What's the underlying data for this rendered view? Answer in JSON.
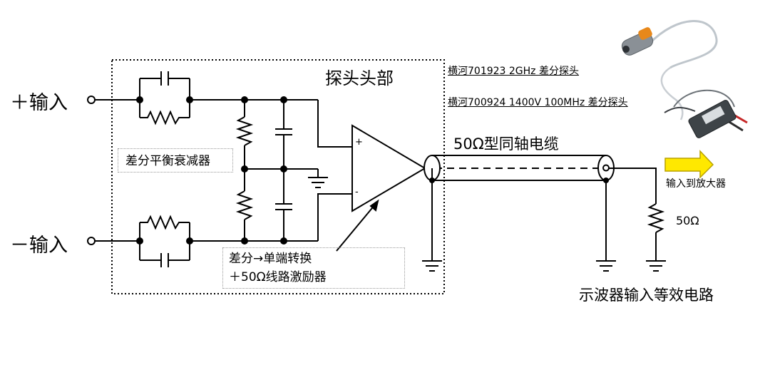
{
  "labels": {
    "positive_input": "＋输入",
    "negative_input": "－输入",
    "probe_head": "探头头部",
    "attenuator": "差分平衡衰减器",
    "converter_line1": "差分→单端转换",
    "converter_line2": "＋50Ω线路激励器",
    "probe_model_1": "横河701923  2GHz 差分探头",
    "probe_model_2": "横河700924  1400V 100MHz 差分探头",
    "cable": "50Ω型同轴电缆",
    "to_amplifier": "输入到放大器",
    "resistor_50": "50Ω",
    "scope_equivalent": "示波器输入等效电路",
    "opamp_plus": "+",
    "opamp_minus": "-"
  },
  "colors": {
    "arrow_fill": "#ffe800",
    "arrow_stroke": "#b8a100",
    "wire": "#000000"
  }
}
